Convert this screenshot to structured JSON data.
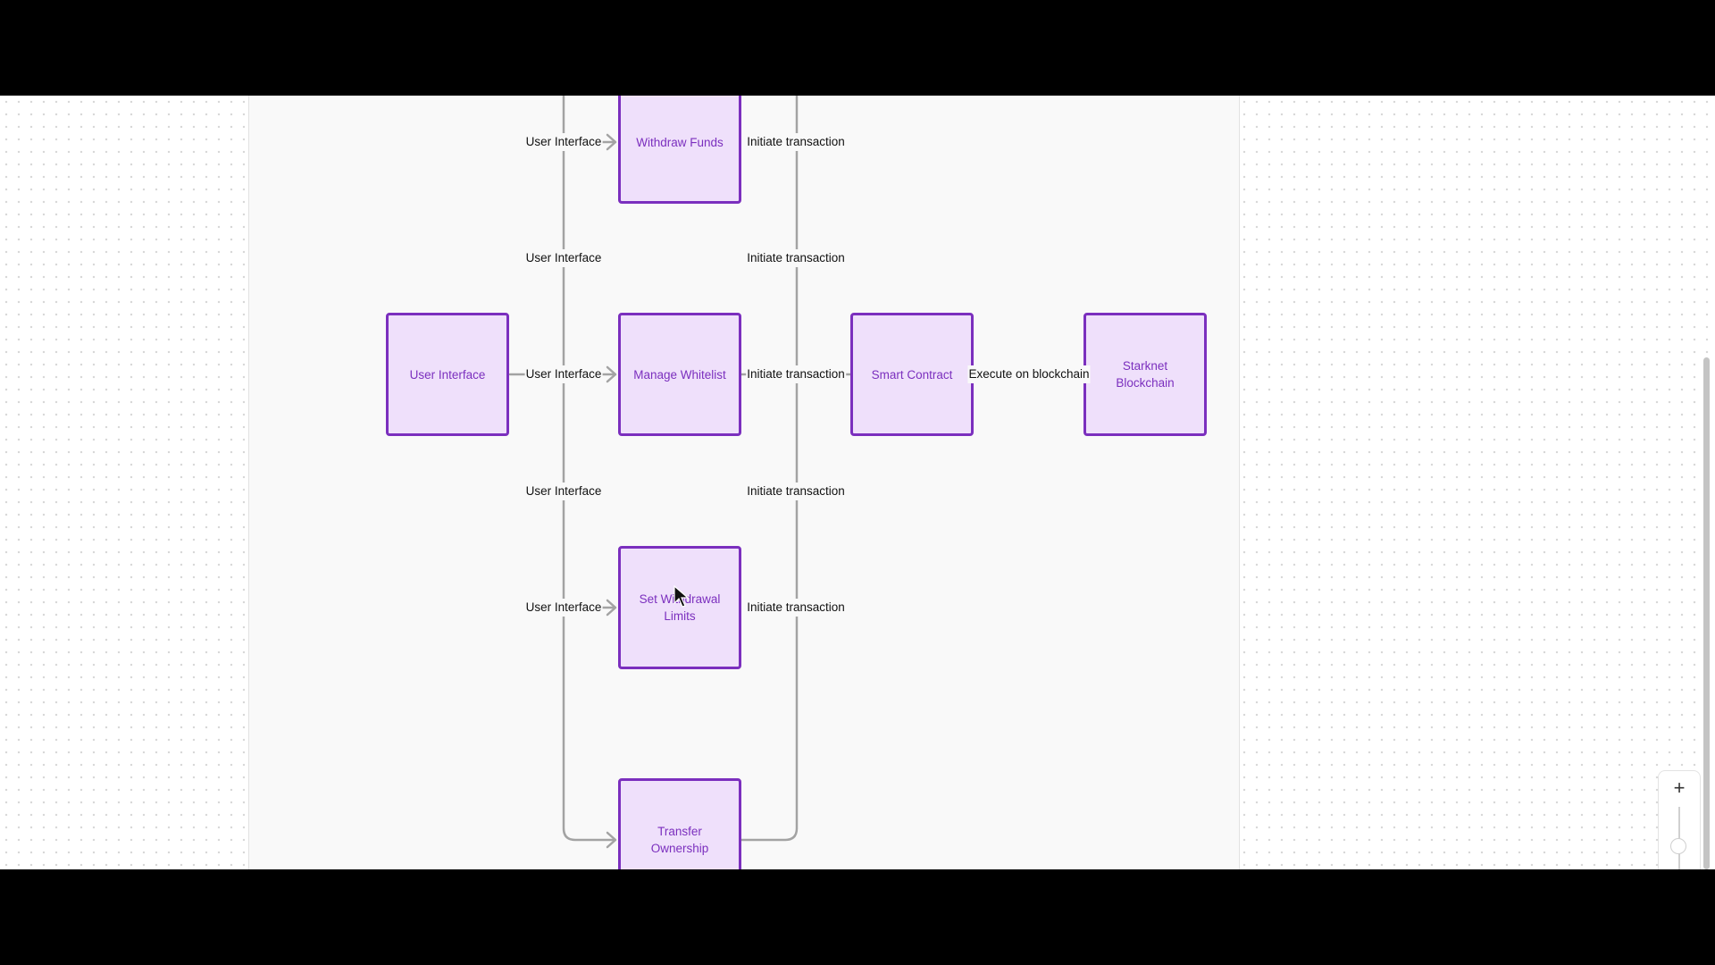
{
  "diagram": {
    "nodes": {
      "user_interface": "User Interface",
      "withdraw_funds": "Withdraw Funds",
      "manage_whitelist": "Manage Whitelist",
      "set_withdrawal_limits": "Set Withdrawal Limits",
      "transfer_ownership": "Transfer Ownership",
      "smart_contract": "Smart Contract",
      "starknet_blockchain": "Starknet Blockchain"
    },
    "edge_labels": {
      "ui_to_withdraw": "User Interface",
      "ui_upper_branch": "User Interface",
      "ui_to_whitelist": "User Interface",
      "ui_lower_branch": "User Interface",
      "ui_to_limits": "User Interface",
      "withdraw_to_contract": "Initiate transaction",
      "upper_to_contract": "Initiate transaction",
      "whitelist_to_contract": "Initiate transaction",
      "lower_to_contract": "Initiate transaction",
      "limits_to_contract": "Initiate transaction",
      "contract_to_blockchain": "Execute on blockchain"
    }
  },
  "zoom_controls": {
    "zoom_in_icon": "plus-icon",
    "slider_icon": "zoom-slider"
  },
  "colors": {
    "node_fill": "#efe0fb",
    "node_border": "#7b2fbe",
    "node_text": "#7b2fbe",
    "edge": "#a3a3a3",
    "canvas_frame": "#f9f9f9"
  }
}
